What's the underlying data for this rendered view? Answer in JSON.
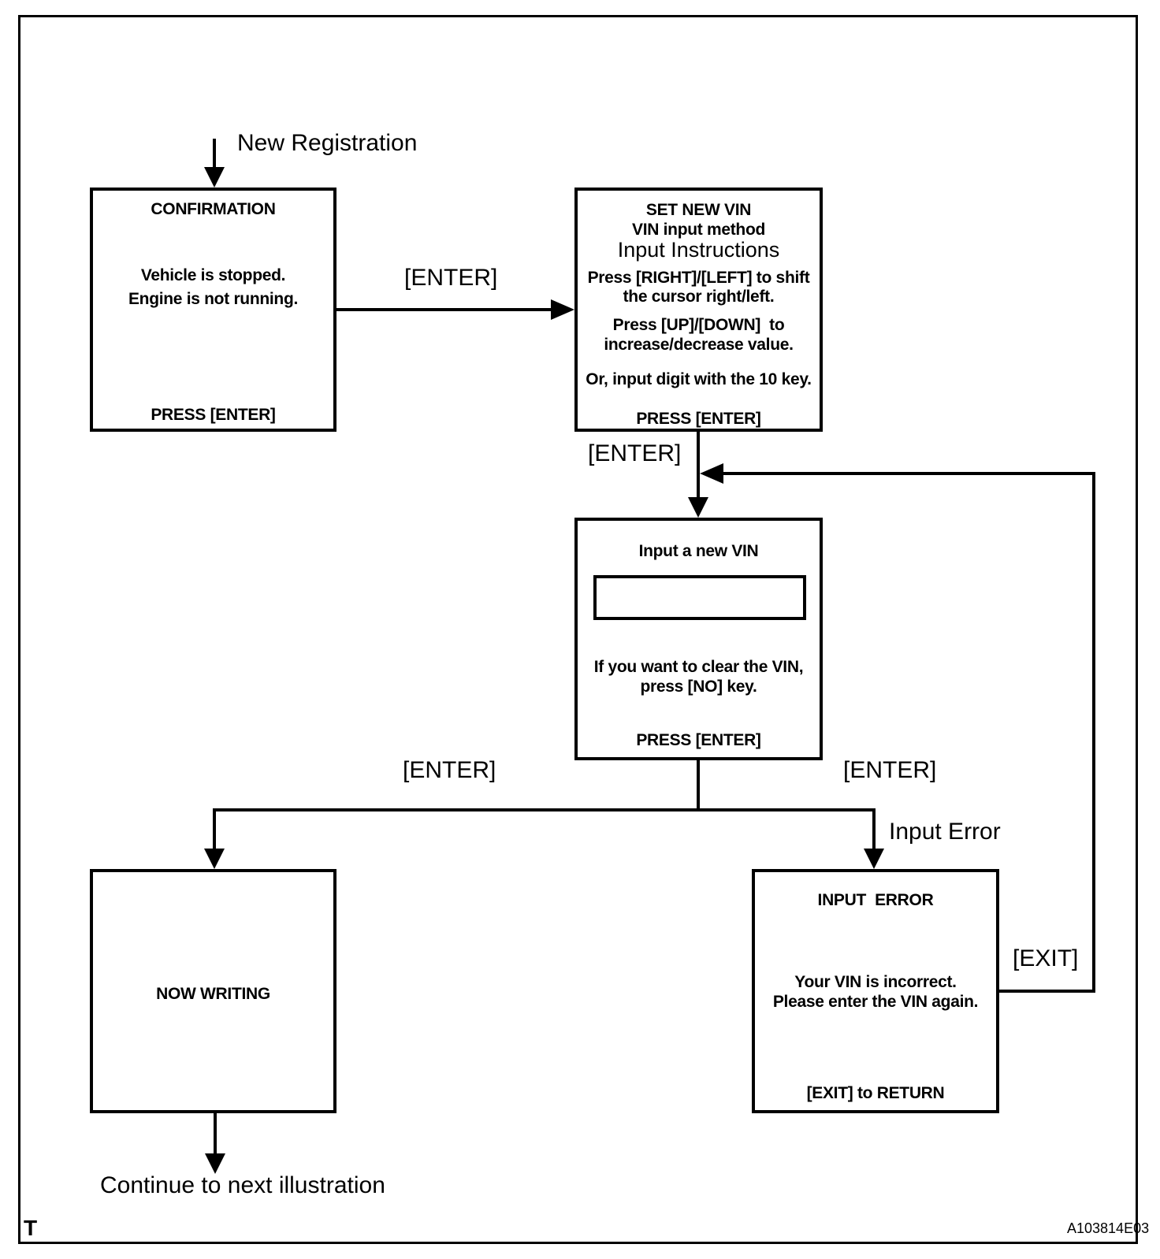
{
  "page": {
    "background": "#ffffff",
    "line_color": "#000000",
    "corner_mark": "T",
    "figure_id": "A103814E03"
  },
  "labels": {
    "entry": "New Registration",
    "enter_confirm_to_set": "[ENTER]",
    "enter_set_to_input": "[ENTER]",
    "enter_to_writing": "[ENTER]",
    "enter_to_error": "[ENTER]",
    "input_error": "Input Error",
    "exit": "[EXIT]",
    "continue": "Continue to next illustration"
  },
  "nodes": {
    "confirmation": {
      "title": "CONFIRMATION",
      "body_line1": "Vehicle is stopped.",
      "body_line2": "Engine is not running.",
      "footer": "PRESS [ENTER]"
    },
    "set_new_vin": {
      "title_line1": "SET NEW VIN",
      "title_line2": "VIN input method",
      "subtitle": "Input Instructions",
      "instr1_line1": "Press [RIGHT]/[LEFT] to shift",
      "instr1_line2": "the cursor right/left.",
      "instr2_line1": "Press [UP]/[DOWN]  to",
      "instr2_line2": "increase/decrease value.",
      "instr3": "Or, input digit with the 10 key.",
      "footer": "PRESS [ENTER]"
    },
    "input_vin": {
      "title": "Input a new VIN",
      "input_value": "",
      "body_line1": "If you want to clear the VIN,",
      "body_line2": "press [NO] key.",
      "footer": "PRESS [ENTER]"
    },
    "now_writing": {
      "title": "NOW WRITING"
    },
    "input_error": {
      "title": "INPUT  ERROR",
      "body_line1": "Your VIN is incorrect.",
      "body_line2": "Please enter the VIN again.",
      "footer": "[EXIT] to RETURN"
    }
  }
}
